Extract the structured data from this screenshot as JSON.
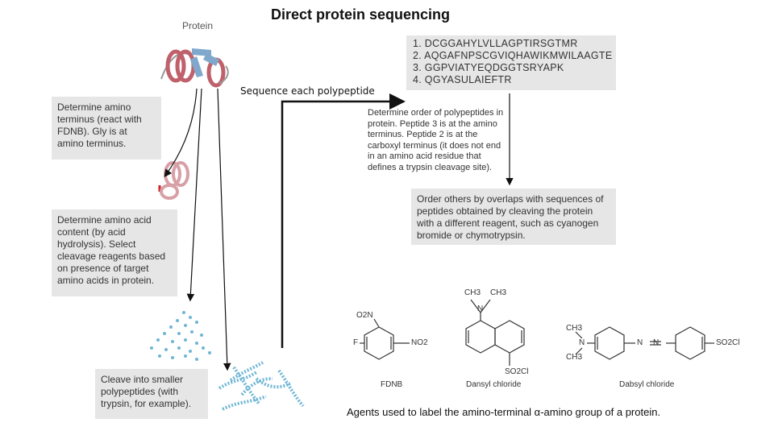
{
  "title": "Direct protein sequencing",
  "protein_label": "Protein",
  "sequences": [
    "1.  DCGGAHYLVLLAGPTIRSGTMR",
    "2.  AQGAFNPSCGVIQHAWIKMWILAAGTE",
    "3.  GGPVIATYEQDGGTSRYAPK",
    "4.  QGYASULAIEFTR"
  ],
  "sequence_caption": "Sequence each polypeptide",
  "step_terminus": "Determine amino terminus (react with FDNB). Gly is at amino terminus.",
  "step_content": "Determine amino acid content (by acid hydrolysis). Select cleavage reagents based on presence of target amino acids in protein.",
  "step_cleave": "Cleave into smaller polypeptides (with trypsin, for example).",
  "step_order": "Determine order of polypeptides in protein. Peptide 3 is at the amino terminus. Peptide 2 is at the carboxyl terminus (it does not end in an amino acid residue that defines a trypsin cleavage site).",
  "step_overlap": "Order others by overlaps with sequences of peptides obtained by cleaving the protein with a different reagent, such as cyanogen bromide or chymotrypsin.",
  "structures": {
    "fdnb_name": "FDNB",
    "dansyl_name": "Dansyl chloride",
    "dabsyl_name": "Dabsyl chloride",
    "o2n": "O2N",
    "no2": "NO2",
    "f": "F",
    "ch3": "CH3",
    "n": "N",
    "so2cl": "SO2Cl"
  },
  "caption": "Agents used to label the amino-terminal α-amino group of a protein.",
  "colors": {
    "box_bg": "#e6e6e6",
    "helix": "#c0606a",
    "sheet": "#7fa8cc",
    "peptide": "#6fb6d4",
    "arrow": "#111111"
  }
}
